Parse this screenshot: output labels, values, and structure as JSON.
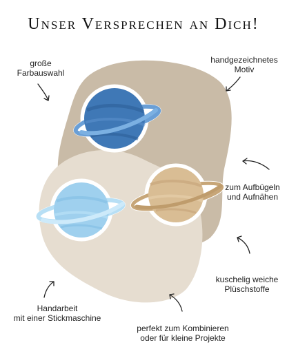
{
  "title": "Unser Versprechen an Dich!",
  "features": {
    "farbauswahl": [
      "große",
      "Farbauswahl"
    ],
    "motiv": [
      "handgezeichnetes",
      "Motiv"
    ],
    "aufbuegeln": [
      "zum Aufbügeln",
      "und Aufnähen"
    ],
    "pluesch": [
      "kuschelig weiche",
      "Plüschstoffe"
    ],
    "handarbeit": [
      "Handarbeit",
      "mit einer Stickmaschine"
    ],
    "kombinieren": [
      "perfekt zum Kombinieren",
      "oder für kleine Projekte"
    ]
  },
  "colors": {
    "blob_dark": "#c9bba7",
    "blob_light": "#e6ddd0",
    "planet_blue": "#3f78b6",
    "planet_light_blue": "#9fd0ee",
    "planet_beige": "#d9bd94",
    "patch_border": "#ffffff"
  }
}
